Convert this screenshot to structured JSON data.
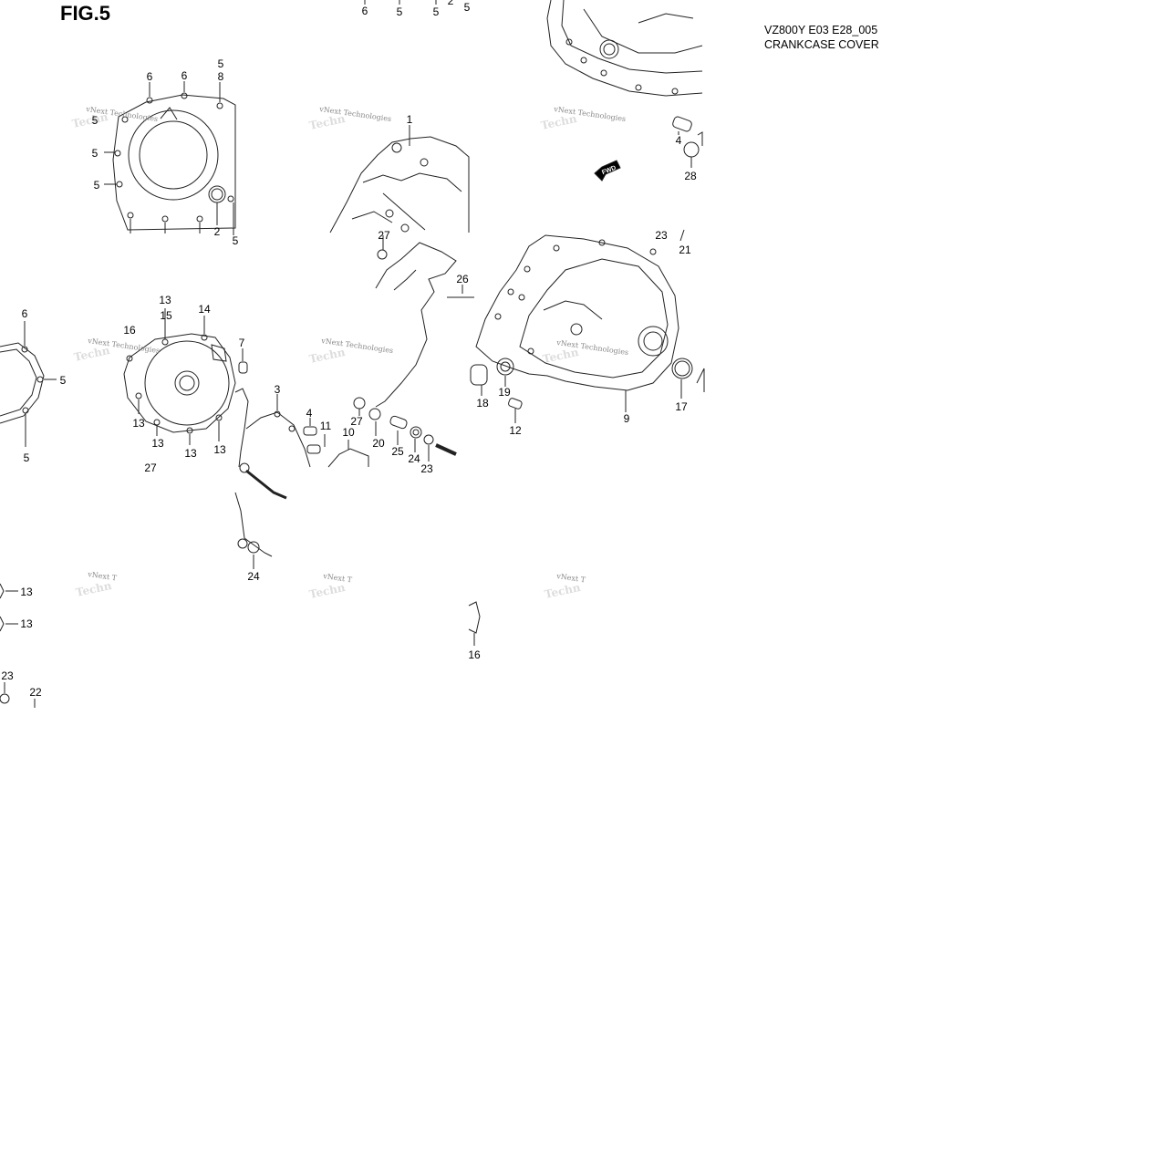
{
  "figure": {
    "label": "FIG.5",
    "model_code": "VZ800Y E03 E28_005",
    "title": "CRANKCASE COVER"
  },
  "watermark": {
    "text": "vNext Technologies",
    "partial_text": "vNext T",
    "partial_text_2": "Techn"
  },
  "fwd_label": "FWD",
  "callouts": [
    {
      "id": "c1",
      "label": "6"
    },
    {
      "id": "c2",
      "label": "5"
    },
    {
      "id": "c3",
      "label": "5"
    },
    {
      "id": "c4",
      "label": "2"
    },
    {
      "id": "c5",
      "label": "5"
    },
    {
      "id": "c6",
      "label": "6"
    },
    {
      "id": "c7",
      "label": "6"
    },
    {
      "id": "c8",
      "label": "5"
    },
    {
      "id": "c9",
      "label": "8"
    },
    {
      "id": "c10",
      "label": "5"
    },
    {
      "id": "c11",
      "label": "5"
    },
    {
      "id": "c12",
      "label": "5"
    },
    {
      "id": "c13",
      "label": "2"
    },
    {
      "id": "c14",
      "label": "5"
    },
    {
      "id": "c15",
      "label": "1"
    },
    {
      "id": "c16",
      "label": "4"
    },
    {
      "id": "c17",
      "label": "28"
    },
    {
      "id": "c18",
      "label": "27"
    },
    {
      "id": "c19",
      "label": "26"
    },
    {
      "id": "c20",
      "label": "23"
    },
    {
      "id": "c21",
      "label": "21"
    },
    {
      "id": "c22",
      "label": "6"
    },
    {
      "id": "c23",
      "label": "5"
    },
    {
      "id": "c24",
      "label": "5"
    },
    {
      "id": "c25",
      "label": "13"
    },
    {
      "id": "c26",
      "label": "15"
    },
    {
      "id": "c27",
      "label": "14"
    },
    {
      "id": "c28",
      "label": "16"
    },
    {
      "id": "c29",
      "label": "7"
    },
    {
      "id": "c30",
      "label": "13"
    },
    {
      "id": "c31",
      "label": "13"
    },
    {
      "id": "c32",
      "label": "13"
    },
    {
      "id": "c33",
      "label": "13"
    },
    {
      "id": "c34",
      "label": "3"
    },
    {
      "id": "c35",
      "label": "4"
    },
    {
      "id": "c36",
      "label": "11"
    },
    {
      "id": "c37",
      "label": "10"
    },
    {
      "id": "c38",
      "label": "27"
    },
    {
      "id": "c39",
      "label": "20"
    },
    {
      "id": "c40",
      "label": "25"
    },
    {
      "id": "c41",
      "label": "24"
    },
    {
      "id": "c42",
      "label": "23"
    },
    {
      "id": "c43",
      "label": "18"
    },
    {
      "id": "c44",
      "label": "19"
    },
    {
      "id": "c45",
      "label": "12"
    },
    {
      "id": "c46",
      "label": "9"
    },
    {
      "id": "c47",
      "label": "17"
    },
    {
      "id": "c48",
      "label": "27"
    },
    {
      "id": "c49",
      "label": "24"
    },
    {
      "id": "c50",
      "label": "13"
    },
    {
      "id": "c51",
      "label": "13"
    },
    {
      "id": "c52",
      "label": "23"
    },
    {
      "id": "c53",
      "label": "22"
    },
    {
      "id": "c54",
      "label": "16"
    }
  ]
}
